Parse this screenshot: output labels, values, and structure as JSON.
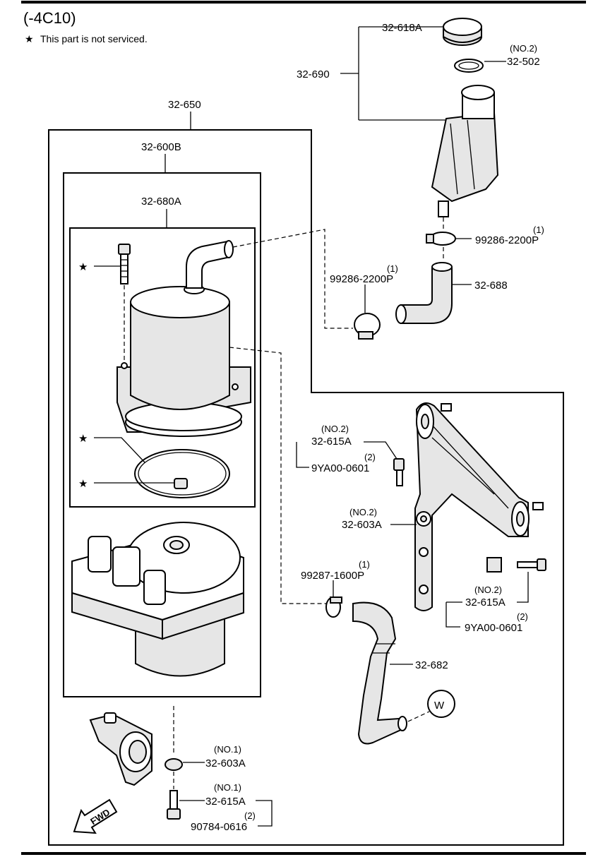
{
  "header": {
    "code": "(-4C10)",
    "star": "★",
    "note": "This part is not serviced."
  },
  "labels": {
    "p32_618A": "32-618A",
    "p32_502": "32-502",
    "p32_502_qty": "(NO.2)",
    "p32_690": "32-690",
    "p32_650": "32-650",
    "p32_600B": "32-600B",
    "p32_680A": "32-680A",
    "p99286_a": "99286-2200P",
    "p99286_a_qty": "(1)",
    "p99286_b": "99286-2200P",
    "p99286_b_qty": "(1)",
    "p32_688": "32-688",
    "p32_615A_1": "32-615A",
    "p32_615A_1_qty": "(NO.2)",
    "p9YA00_1": "9YA00-0601",
    "p9YA00_1_qty": "(2)",
    "p32_603A_2": "32-603A",
    "p32_603A_2_qty": "(NO.2)",
    "p99287": "99287-1600P",
    "p99287_qty": "(1)",
    "p32_615A_2": "32-615A",
    "p32_615A_2_qty": "(NO.2)",
    "p9YA00_2": "9YA00-0601",
    "p9YA00_2_qty": "(2)",
    "p32_682": "32-682",
    "w_circle": "W",
    "p32_603A_1": "32-603A",
    "p32_603A_1_qty": "(NO.1)",
    "p32_615A_3": "32-615A",
    "p32_615A_3_qty": "(NO.1)",
    "p90784": "90784-0616",
    "p90784_qty": "(2)",
    "fwd": "FWD",
    "star_mark": "★"
  }
}
